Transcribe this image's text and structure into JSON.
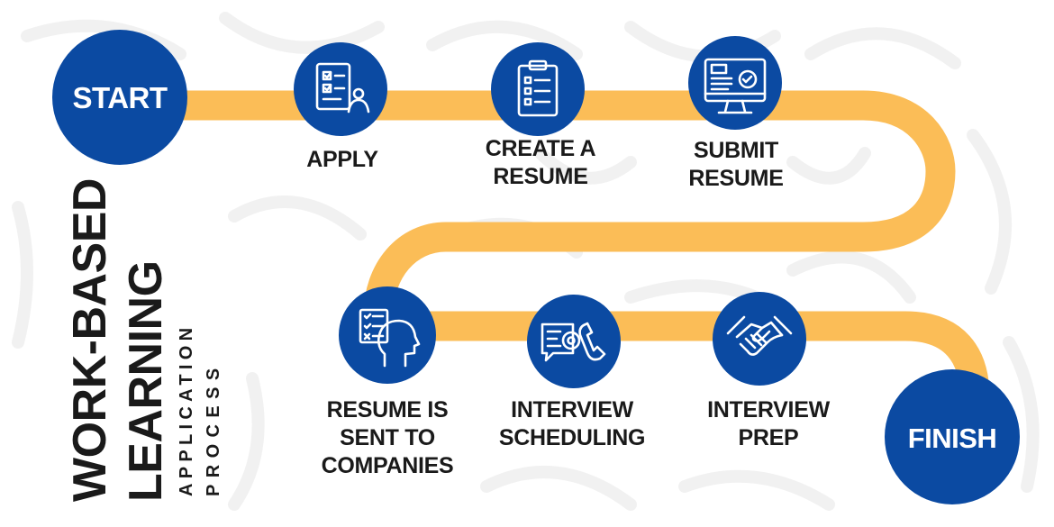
{
  "colors": {
    "path": "#fbbd57",
    "circle": "#0b4aa2",
    "icon_stroke": "#ffffff",
    "text": "#1a1a1a",
    "bg_pattern": "#f1f1f1"
  },
  "start_label": "START",
  "finish_label": "FINISH",
  "side_title": {
    "line1": "WORK-BASED",
    "line2": "LEARNING",
    "sub1": "APPLICATION",
    "sub2": "PROCESS"
  },
  "steps": [
    {
      "icon": "checklist-person-icon",
      "lines": [
        "APPLY"
      ]
    },
    {
      "icon": "clipboard-icon",
      "lines": [
        "CREATE A",
        "RESUME"
      ]
    },
    {
      "icon": "monitor-check-icon",
      "lines": [
        "SUBMIT",
        "RESUME"
      ]
    },
    {
      "icon": "head-checklist-icon",
      "lines": [
        "RESUME IS",
        "SENT TO",
        "COMPANIES"
      ]
    },
    {
      "icon": "email-phone-icon",
      "lines": [
        "INTERVIEW",
        "SCHEDULING"
      ]
    },
    {
      "icon": "handshake-icon",
      "lines": [
        "INTERVIEW",
        "PREP"
      ]
    }
  ]
}
